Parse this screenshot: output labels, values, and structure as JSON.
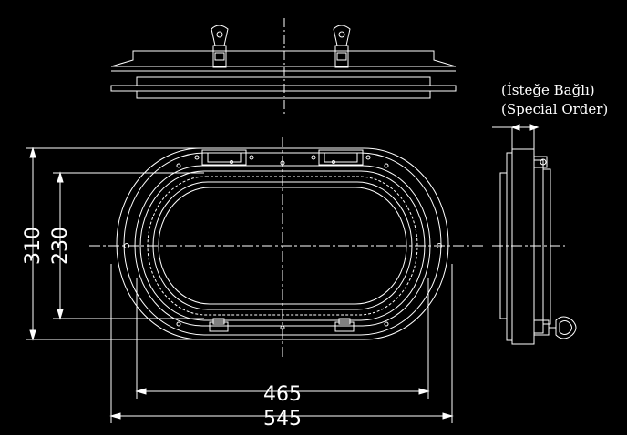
{
  "drawing": {
    "background": "#000000",
    "line_color": "#ffffff",
    "dimensions": {
      "height_outer": "310",
      "height_inner": "230",
      "width_inner": "465",
      "width_outer": "545"
    },
    "note": {
      "line1": "(İsteğe Bağlı)",
      "line2": "(Special Order)"
    }
  }
}
